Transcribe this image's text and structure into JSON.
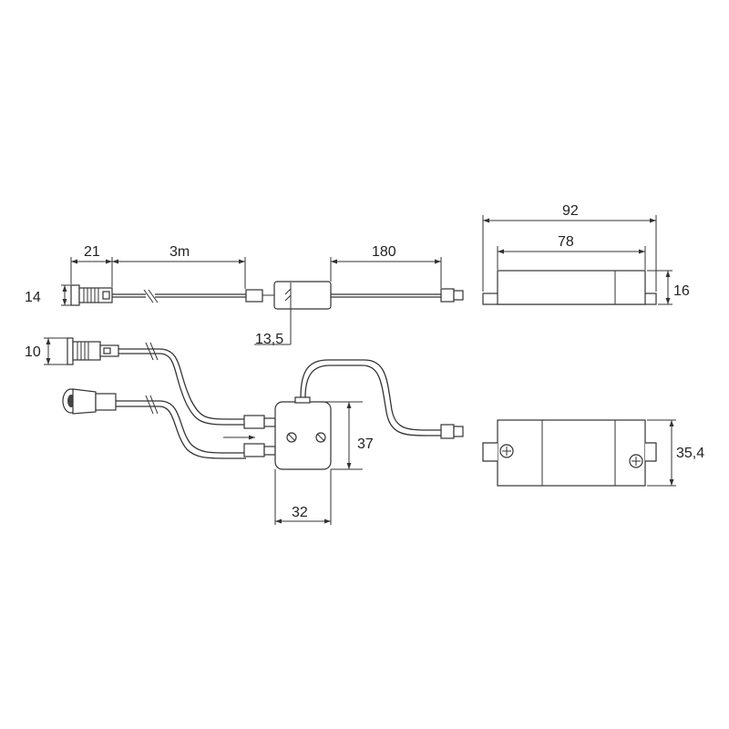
{
  "dimensions": {
    "connector_length": "21",
    "cable_length": "3m",
    "lead_length": "180",
    "connector_height": "14",
    "block_width": "13,5",
    "sensor_diameter": "10",
    "driver_length_total": "92",
    "driver_length_body": "78",
    "driver_height": "16",
    "driver_width": "35,4",
    "distributor_height": "37",
    "distributor_width": "32"
  },
  "colors": {
    "line": "#333333",
    "background": "#ffffff"
  }
}
